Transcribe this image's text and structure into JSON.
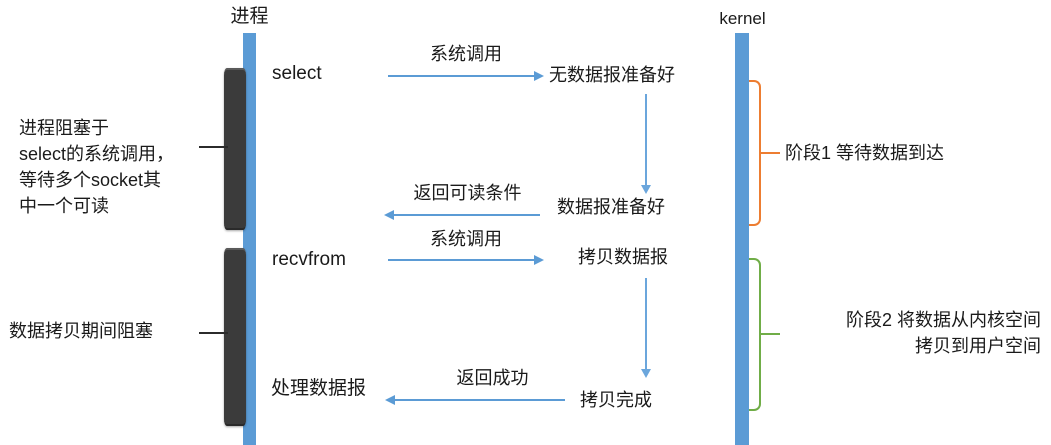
{
  "diagram": {
    "title": "IO multiplexing (select) sequence diagram",
    "colors": {
      "lifeline": "#5b9bd5",
      "arrow": "#5b9bd5",
      "block": "#3b3b3b",
      "phase1_brace": "#ed7d31",
      "phase2_brace": "#70ad47",
      "text": "#1a1a1a",
      "background": "#ffffff"
    },
    "lifelines": [
      {
        "name": "process",
        "label": "进程"
      },
      {
        "name": "kernel",
        "label": "kernel"
      }
    ],
    "process_calls": [
      {
        "name": "select",
        "label": "select"
      },
      {
        "name": "recvfrom",
        "label": "recvfrom"
      },
      {
        "name": "process-data",
        "label": "处理数据报"
      }
    ],
    "left_notes": [
      {
        "name": "blocked-on-select",
        "text": "进程阻塞于\nselect的系统调用，\n等待多个socket其\n中一个可读"
      },
      {
        "name": "blocked-on-copy",
        "text": "数据拷贝期间阻塞"
      }
    ],
    "messages": [
      {
        "name": "syscall-select",
        "label": "系统调用",
        "direction": "right"
      },
      {
        "name": "return-readable",
        "label": "返回可读条件",
        "direction": "left"
      },
      {
        "name": "syscall-recvfrom",
        "label": "系统调用",
        "direction": "right"
      },
      {
        "name": "return-success",
        "label": "返回成功",
        "direction": "left"
      }
    ],
    "kernel_states": [
      {
        "name": "no-datagram-ready",
        "label": "无数据报准备好"
      },
      {
        "name": "datagram-ready",
        "label": "数据报准备好"
      },
      {
        "name": "copying-datagram",
        "label": "拷贝数据报"
      },
      {
        "name": "copy-complete",
        "label": "拷贝完成"
      }
    ],
    "phases": [
      {
        "name": "phase-1",
        "label": "阶段1 等待数据到达",
        "color": "#ed7d31"
      },
      {
        "name": "phase-2",
        "label": "阶段2 将数据从内核空间\n拷贝到用户空间",
        "color": "#70ad47"
      }
    ]
  }
}
